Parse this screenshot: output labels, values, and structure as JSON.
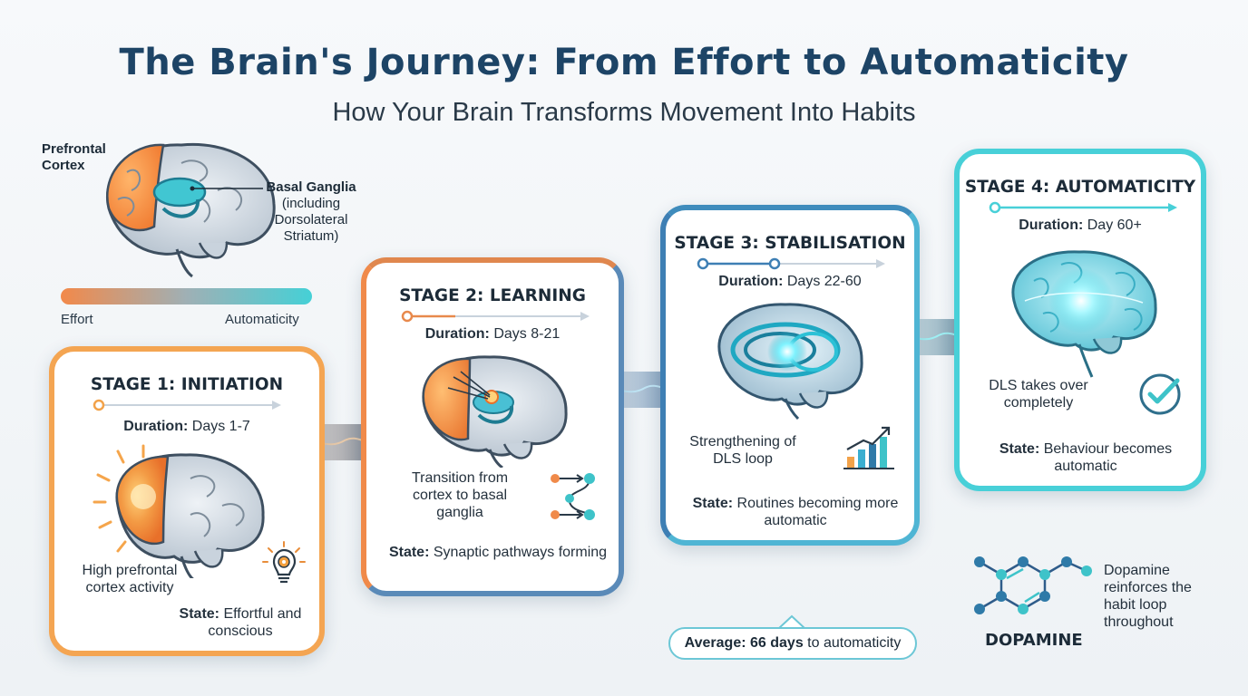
{
  "title": "The Brain's Journey: From Effort to Automaticity",
  "subtitle": "How Your Brain Transforms Movement Into Habits",
  "brain_legend": {
    "prefrontal_label": "Prefrontal Cortex",
    "basal_label_bold": "Basal Ganglia",
    "basal_label_rest": "(including Dorsolateral Striatum)"
  },
  "gradient_legend": {
    "left": "Effort",
    "right": "Automaticity",
    "colors": [
      "#f2894a",
      "#45d0d6"
    ]
  },
  "stages": [
    {
      "title": "STAGE 1: INITIATION",
      "duration_label": "Duration:",
      "duration_value": "Days 1-7",
      "description": "High prefrontal cortex activity",
      "state_label": "State:",
      "state_value": "Effortful and conscious",
      "icon": "lightbulb-gear-icon",
      "color": "#f28a4a"
    },
    {
      "title": "STAGE 2: LEARNING",
      "duration_label": "Duration:",
      "duration_value": "Days 8-21",
      "description": "Transition from cortex to basal ganglia",
      "state_label": "State:",
      "state_value": "Synaptic pathways forming",
      "icon": "pathway-nodes-icon",
      "color": "#4f83b8"
    },
    {
      "title": "STAGE 3: STABILISATION",
      "duration_label": "Duration:",
      "duration_value": "Days 22-60",
      "description": "Strengthening of DLS loop",
      "state_label": "State:",
      "state_value": "Routines becoming more automatic",
      "icon": "bar-chart-growth-icon",
      "color": "#3aaed0"
    },
    {
      "title": "STAGE 4: AUTOMATICITY",
      "duration_label": "Duration:",
      "duration_value": "Day 60+",
      "description": "DLS takes over completely",
      "state_label": "State:",
      "state_value": "Behaviour becomes automatic",
      "icon": "checkmark-circle-icon",
      "color": "#45d0d6"
    }
  ],
  "average": {
    "label": "Average:",
    "value": "66 days",
    "suffix": "to automaticity"
  },
  "dopamine": {
    "name": "DOPAMINE",
    "description": "Dopamine reinforces the habit loop throughout",
    "icon": "molecule-icon"
  }
}
